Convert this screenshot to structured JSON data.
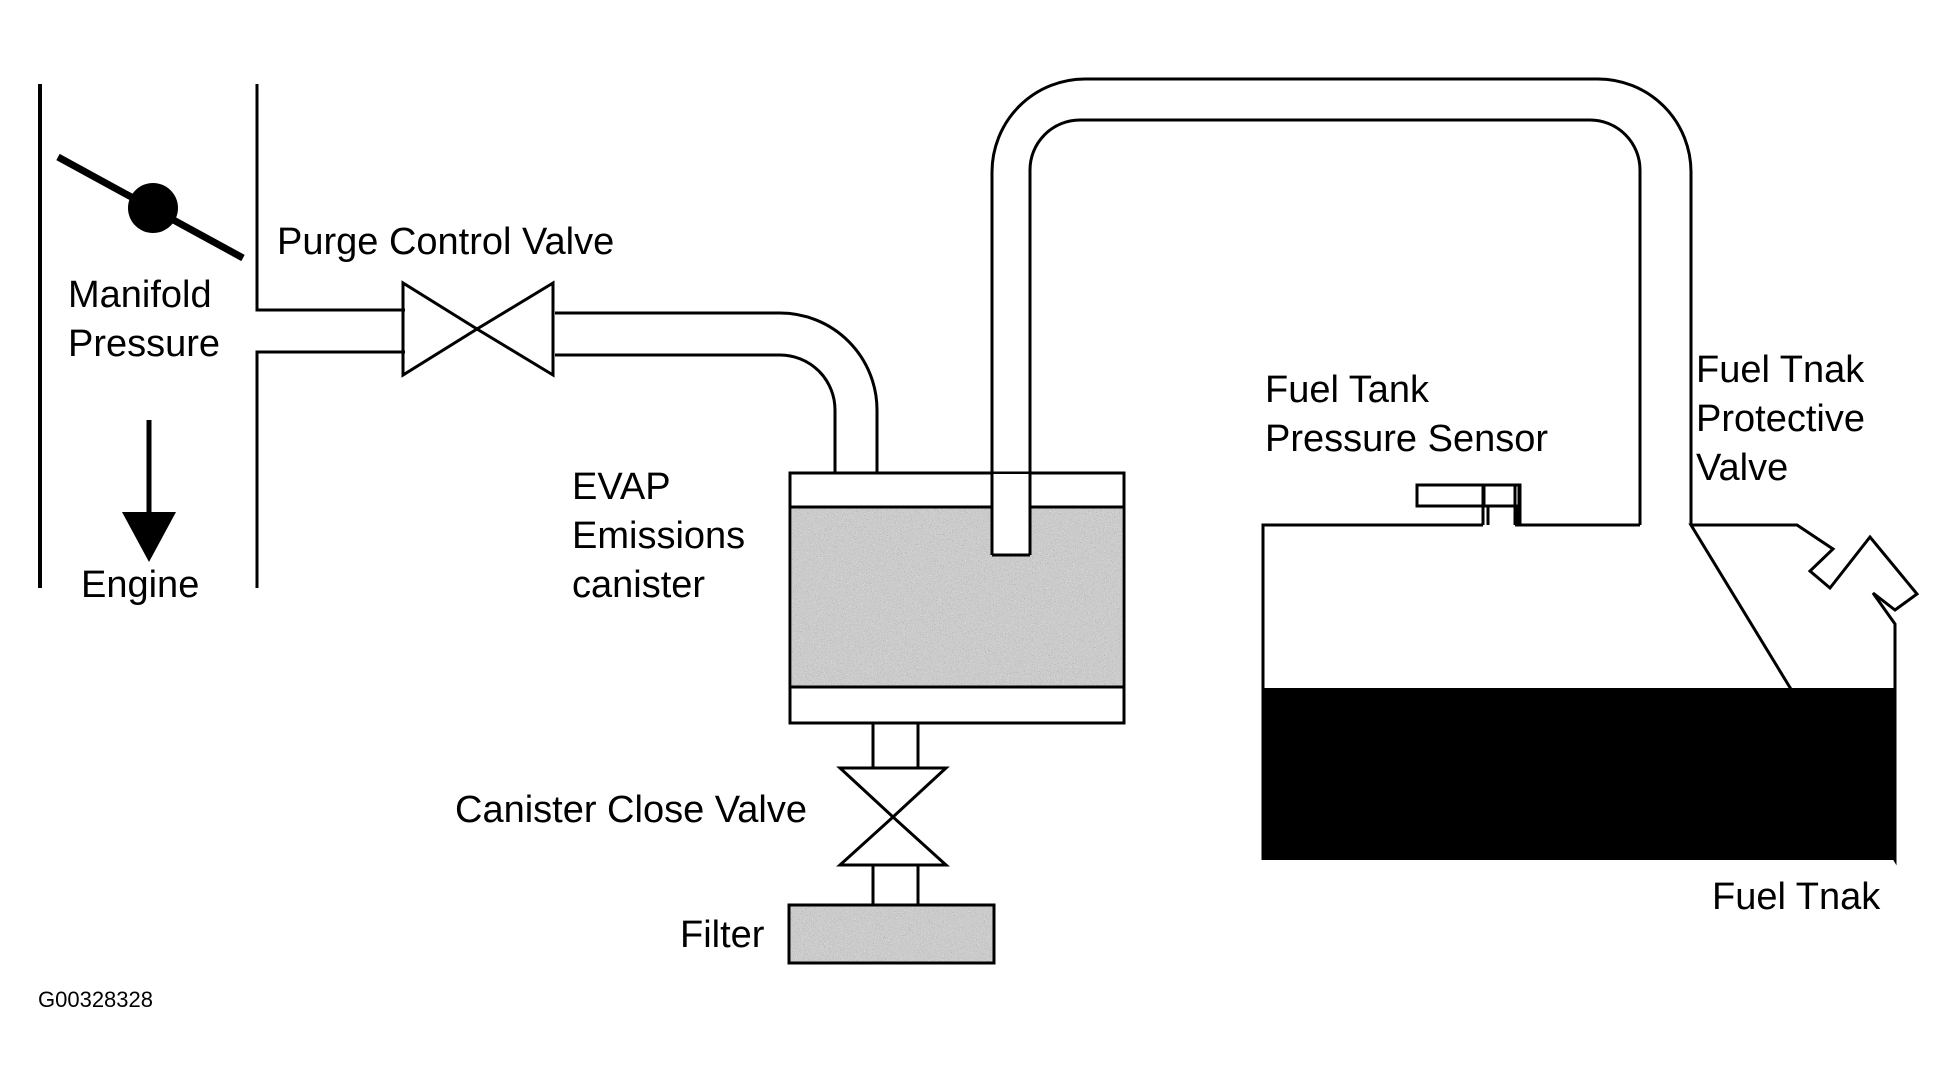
{
  "diagram": {
    "labels": {
      "manifold": [
        "Manifold",
        "Pressure"
      ],
      "engine": "Engine",
      "purge_valve": "Purge Control Valve",
      "canister": [
        "EVAP",
        "Emissions",
        "canister"
      ],
      "close_valve": "Canister Close Valve",
      "filter": "Filter",
      "sensor": [
        "Fuel Tank",
        "Pressure Sensor"
      ],
      "protective_valve": [
        "Fuel Tnak",
        "Protective",
        "Valve"
      ],
      "tank": "Fuel Tnak",
      "figure_code": "G00328328"
    },
    "colors": {
      "line": "#000000",
      "fuel": "#000000",
      "charcoal": "#8c8c8c"
    }
  }
}
